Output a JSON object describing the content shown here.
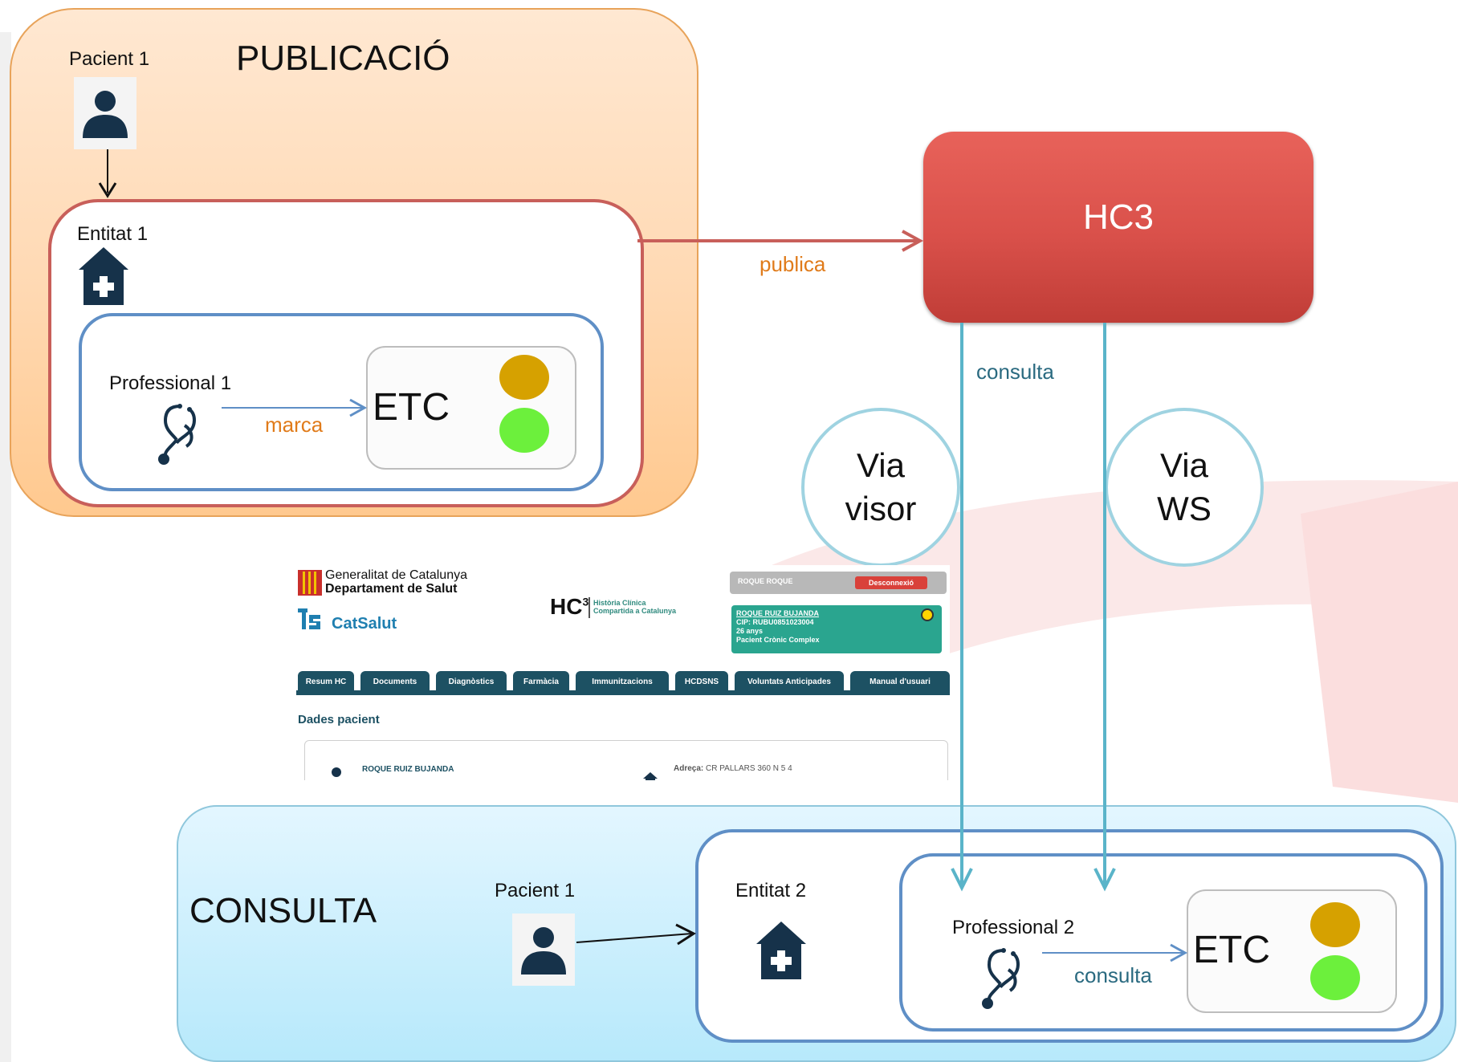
{
  "diagram": {
    "publication": {
      "title": "PUBLICACIÓ",
      "patient_label": "Pacient 1",
      "entity_label": "Entitat 1",
      "professional_label": "Professional 1",
      "action_label": "marca",
      "etc_label": "ETC"
    },
    "hc3": {
      "label": "HC3",
      "publish_label": "publica",
      "consult_label": "consulta"
    },
    "vias": [
      {
        "line1": "Via",
        "line2": "visor"
      },
      {
        "line1": "Via",
        "line2": "WS"
      }
    ],
    "consultation": {
      "title": "CONSULTA",
      "patient_label": "Pacient 1",
      "entity_label": "Entitat 2",
      "professional_label": "Professional 2",
      "action_label": "consulta",
      "etc_label": "ETC"
    },
    "viewer": {
      "org_line1": "Generalitat de Catalunya",
      "org_line2": "Departament de Salut",
      "catsalut": "CatSalut",
      "hc3_brand": "HC",
      "hc3_sup": "3",
      "hc3_sub1": "Història Clínica",
      "hc3_sub2": "Compartida a Catalunya",
      "user_name": "ROQUE ROQUE",
      "logout": "Desconnexió",
      "patient_name": "ROQUE RUIZ BUJANDA",
      "patient_cip": "CIP: RUBU0851023004",
      "patient_age": "26 anys",
      "patient_status": "Pacient Crònic Complex",
      "tabs": [
        "Resum HC",
        "Documents",
        "Diagnòstics",
        "Farmàcia",
        "Immunitzacions",
        "HCDSNS",
        "Voluntats Anticipades",
        "Manual d'usuari"
      ],
      "section_title": "Dades pacient",
      "card_name": "ROQUE RUIZ BUJANDA",
      "address_label": "Adreça:",
      "address_value": "CR PALLARS 360 N 5 4"
    },
    "colors": {
      "publication_bg": "#ffd9b3",
      "consultation_bg": "#b7e9fb",
      "hc3": "#d9504a",
      "entity1_border": "#c85f5a",
      "professional_border": "#5f8fc6",
      "orange_text": "#e07b1a",
      "teal_text": "#2a6a80",
      "light_amber": "#d6a100",
      "light_green": "#6cf03c"
    }
  }
}
